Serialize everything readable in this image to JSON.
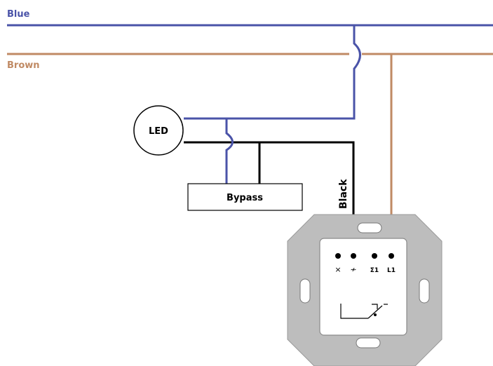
{
  "wires": {
    "blue_label": "Blue",
    "brown_label": "Brown",
    "black_label": "Black"
  },
  "components": {
    "led_label": "LED",
    "bypass_label": "Bypass"
  },
  "terminals": {
    "t1": "×",
    "t2": "≁",
    "t3": "Σ1",
    "t4": "L1"
  },
  "colors": {
    "blue": "#4a53a8",
    "brown": "#c08a64",
    "black": "#000000",
    "plate": "#bdbdbd"
  }
}
